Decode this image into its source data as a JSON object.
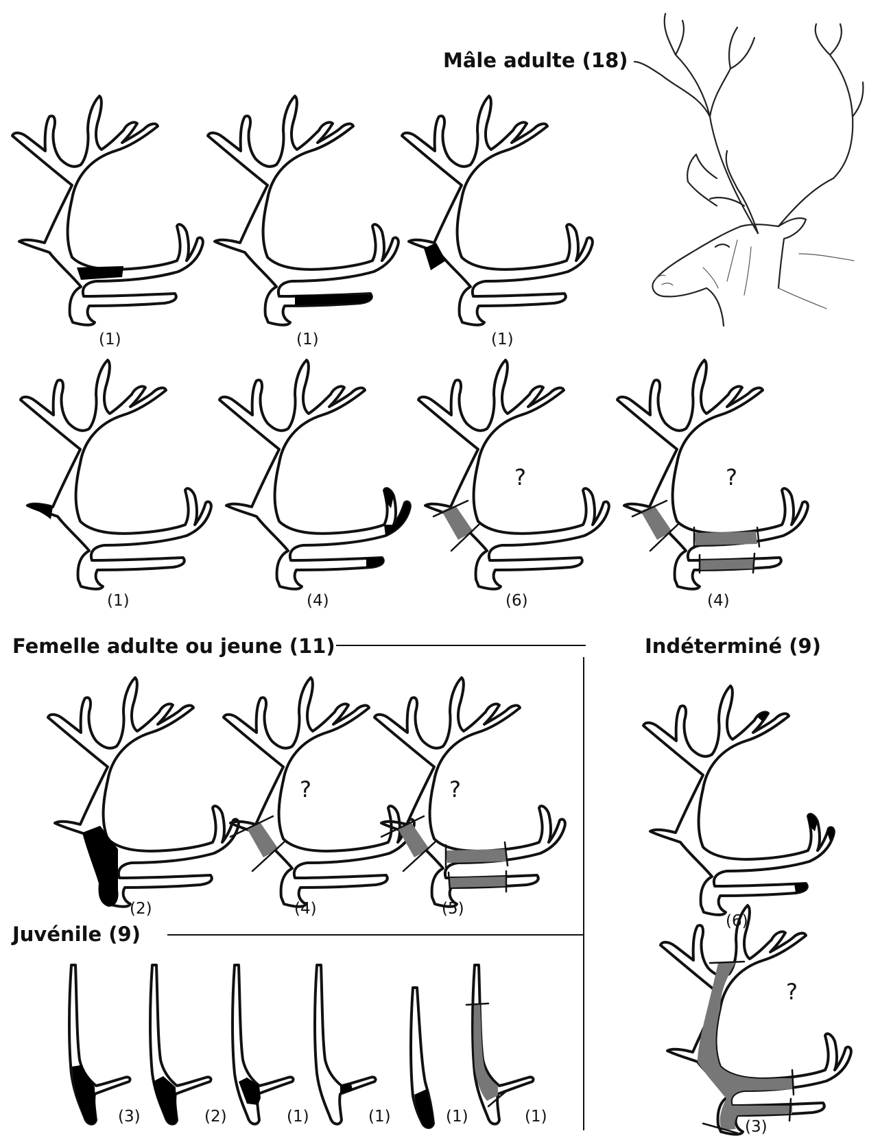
{
  "colors": {
    "black_marking": "#000000",
    "grey_marking": "#777777",
    "outline": "#111111"
  },
  "sections": {
    "male": {
      "title": "Mâle adulte (18)"
    },
    "female": {
      "title": "Femelle adulte ou jeune (11)"
    },
    "indeterminate": {
      "title": "Indéterminé (9)"
    },
    "juvenile": {
      "title": "Juvénile (9)"
    }
  },
  "illustration": {
    "icon": "reindeer-head-drawing"
  },
  "unknown_mark": "?",
  "male_items": [
    {
      "count": "(1)",
      "marking": "black",
      "zone": "beam-between-tines"
    },
    {
      "count": "(1)",
      "marking": "black",
      "zone": "bez-tine"
    },
    {
      "count": "(1)",
      "marking": "black",
      "zone": "beam-base"
    },
    {
      "count": "(1)",
      "marking": "black",
      "zone": "rear-spur"
    },
    {
      "count": "(4)",
      "marking": "black",
      "zone": "tine-tips"
    },
    {
      "count": "(6)",
      "marking": "grey",
      "zone": "beam-base",
      "question": "?"
    },
    {
      "count": "(4)",
      "marking": "grey",
      "zone": "base-and-tines",
      "question": "?"
    }
  ],
  "female_items": [
    {
      "count": "(2)",
      "marking": "black",
      "zone": "burr-and-base"
    },
    {
      "count": "(4)",
      "marking": "grey",
      "zone": "beam-base",
      "question": "?"
    },
    {
      "count": "(5)",
      "marking": "grey",
      "zone": "base-and-tines",
      "question": "?"
    }
  ],
  "indeterminate_items": [
    {
      "count": "(6)",
      "marking": "black",
      "zone": "tine-tips"
    },
    {
      "count": "(3)",
      "marking": "grey",
      "zone": "whole-beam",
      "question": "?"
    }
  ],
  "juvenile_items": [
    {
      "count": "(3)",
      "marking": "black"
    },
    {
      "count": "(2)",
      "marking": "black"
    },
    {
      "count": "(1)",
      "marking": "black"
    },
    {
      "count": "(1)",
      "marking": "black"
    },
    {
      "count": "(1)",
      "marking": "black"
    },
    {
      "count": "(1)",
      "marking": "grey"
    }
  ]
}
